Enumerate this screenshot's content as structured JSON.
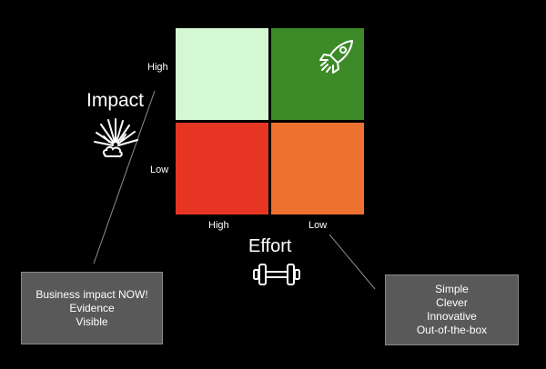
{
  "matrix": {
    "quadrants": [
      {
        "id": "high-impact-high-effort",
        "color": "#d4f8d2"
      },
      {
        "id": "high-impact-low-effort",
        "color": "#3c8a28",
        "icon": "rocket-icon"
      },
      {
        "id": "low-impact-high-effort",
        "color": "#e73524"
      },
      {
        "id": "low-impact-low-effort",
        "color": "#ef7130"
      }
    ],
    "y_axis": {
      "title": "Impact",
      "high_label": "High",
      "low_label": "Low",
      "icon": "explosion-icon"
    },
    "x_axis": {
      "title": "Effort",
      "high_label": "High",
      "low_label": "Low",
      "icon": "dumbbell-icon"
    }
  },
  "callouts": {
    "impact": {
      "lines": [
        "Business impact NOW!",
        "Evidence",
        "Visible"
      ]
    },
    "effort": {
      "lines": [
        "Simple",
        "Clever",
        "Innovative",
        "Out-of-the-box"
      ]
    }
  }
}
